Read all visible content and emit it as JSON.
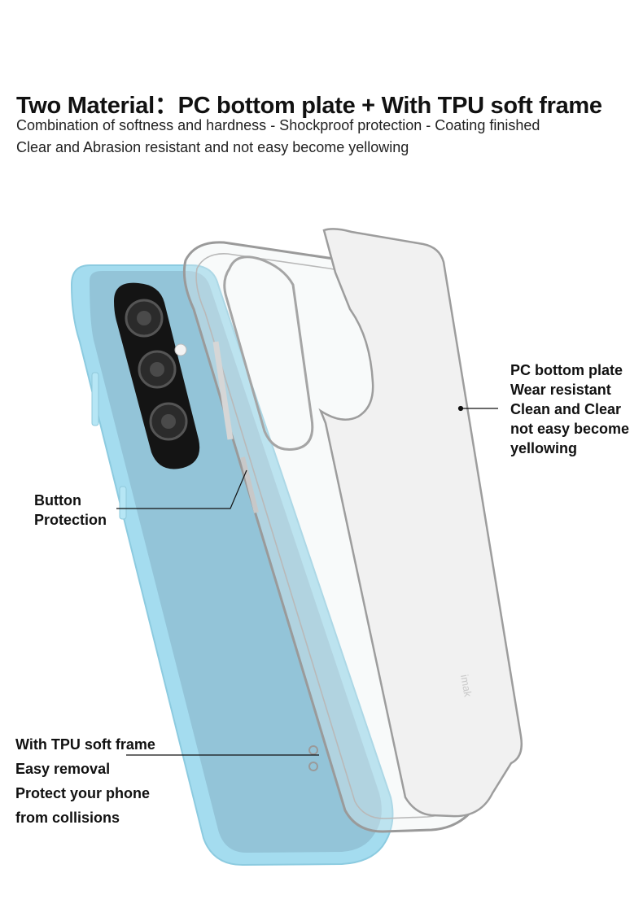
{
  "header": {
    "title": "Two Material：PC bottom plate + With TPU soft frame",
    "subtitle_1": "Combination of softness and hardness - Shockproof protection - Coating finished",
    "subtitle_2": "Clear and Abrasion resistant and not easy become yellowing"
  },
  "callouts": {
    "pc_plate": [
      "PC bottom plate",
      "Wear resistant",
      "Clean and Clear",
      "not easy become",
      "yellowing"
    ],
    "button": [
      "Button",
      "Protection"
    ],
    "tpu_frame": [
      "With TPU soft frame",
      "Easy removal",
      "Protect your phone",
      "from collisions"
    ]
  },
  "logo_text": "imak",
  "colors": {
    "phone_body": "#9fd8ea",
    "phone_back": "#92c3d6",
    "camera": "#141414",
    "line": "#111111"
  }
}
